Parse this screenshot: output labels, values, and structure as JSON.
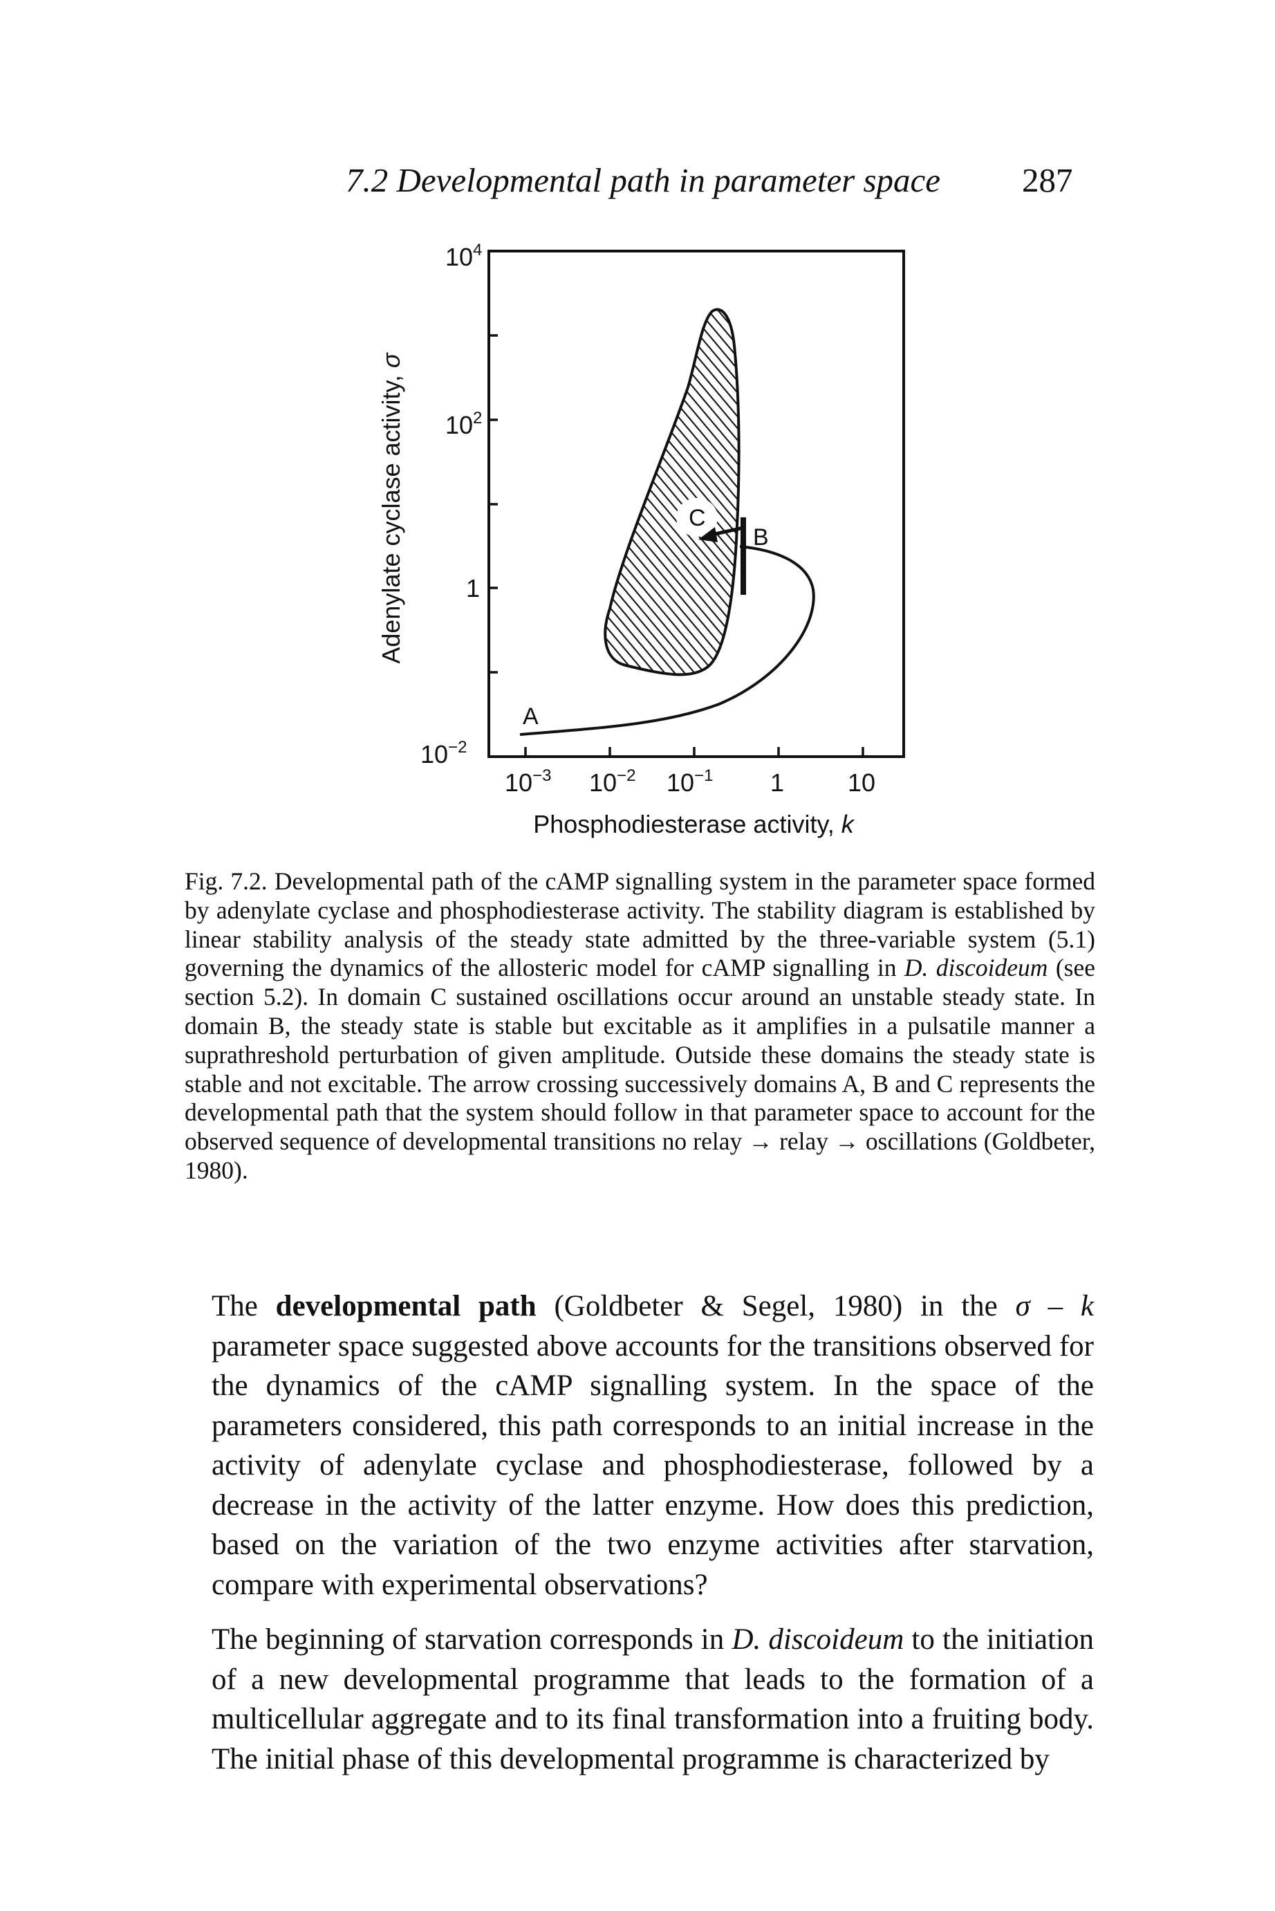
{
  "header": {
    "section_title": "7.2 Developmental path in parameter space",
    "page_number": "287"
  },
  "figure": {
    "y_axis_label": "Adenylate cyclase activity, ",
    "y_axis_symbol": "σ",
    "x_axis_label": "Phosphodiesterase activity, ",
    "x_axis_symbol": "k",
    "y_ticks": [
      {
        "base": "10",
        "exp": "4"
      },
      {
        "base": "10",
        "exp": "2"
      },
      {
        "base": "1",
        "exp": ""
      },
      {
        "base": "10",
        "exp": "−2"
      }
    ],
    "x_ticks": [
      {
        "base": "10",
        "exp": "−3"
      },
      {
        "base": "10",
        "exp": "−2"
      },
      {
        "base": "10",
        "exp": "−1"
      },
      {
        "base": "1",
        "exp": ""
      },
      {
        "base": "10",
        "exp": ""
      }
    ],
    "domain_labels": {
      "a": "A",
      "b": "B",
      "c": "C"
    }
  },
  "caption": {
    "label": "Fig. 7.2.",
    "text_1": " Developmental path of the cAMP signalling system in the parameter space formed by adenylate cyclase and phosphodiesterase activity. The stability diagram is established by linear stability analysis of the steady state admitted by the three-variable system (5.1) governing the dynamics of the allosteric model for cAMP signalling in ",
    "species": "D. discoideum",
    "text_2": " (see section 5.2). In domain C sustained oscillations occur around an unstable steady state. In domain B, the steady state is stable but excitable as it amplifies in a pulsatile manner a suprathreshold perturbation of given amplitude. Outside these domains the steady state is stable and not excitable. The arrow crossing successively domains A, B and C represents the developmental path that the system should follow in that parameter space to account for the observed sequence of developmental transitions no relay → relay → oscillations (Goldbeter, 1980)."
  },
  "body": {
    "p1_a": "The ",
    "p1_bold": "developmental path",
    "p1_b": " (Goldbeter & Segel, 1980) in the ",
    "p1_sigma": "σ",
    "p1_dash": " – ",
    "p1_k": "k",
    "p1_c": " parameter space suggested above accounts for the transitions observed for the dynamics of the cAMP signalling system. In the space of the parameters considered, this path corresponds to an initial increase in the activity of adenylate cyclase and phosphodiesterase, followed by a decrease in the activity of the latter enzyme. How does this prediction, based on the variation of the two enzyme activities after starvation, compare with experimental observations?",
    "p2_a": "The beginning of starvation corresponds in ",
    "p2_species": "D. discoideum",
    "p2_b": " to the initiation of a new developmental programme that leads to the formation of a multicellular aggregate and to its final transformation into a fruiting body. The initial phase of this developmental programme is characterized by"
  }
}
